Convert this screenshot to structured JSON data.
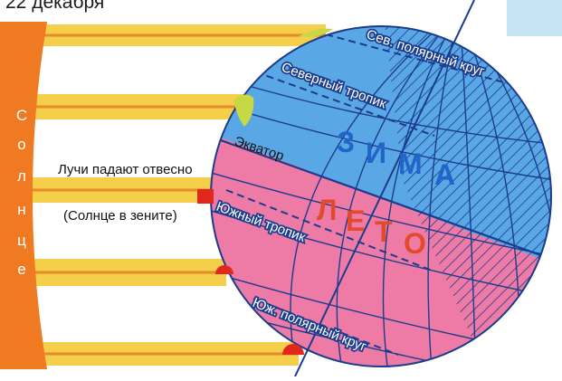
{
  "date_title": "22 декабря",
  "sun": {
    "letters": [
      "С",
      "о",
      "л",
      "н",
      "ц",
      "е"
    ]
  },
  "rays_note": {
    "line1": "Лучи падают отвесно",
    "line2": "(Солнце в зените)"
  },
  "globe_labels": {
    "north_polar_circle": "Сев. полярный круг",
    "tropic_of_cancer": "Северный тропик",
    "equator": "Экватор",
    "tropic_of_capricorn": "Южный тропик",
    "south_polar_circle": "Юж. полярный круг"
  },
  "seasons": {
    "winter": [
      "З",
      "И",
      "М",
      "А"
    ],
    "summer": [
      "Л",
      "Е",
      "Т",
      "О"
    ]
  },
  "colors": {
    "sun_orange": "#f07a22",
    "ray_yellow": "#f6cf4a",
    "ray_orange_line": "#e88a2a",
    "northern_hemisphere_blue": "#5aa7e6",
    "southern_hemisphere_pink": "#ee7ba6",
    "grid_line_navy": "#1b3c8c",
    "winter_text_blue": "#1f66c8",
    "summer_text_red": "#e34a2c",
    "zenith_marker_red": "#e0281c"
  }
}
